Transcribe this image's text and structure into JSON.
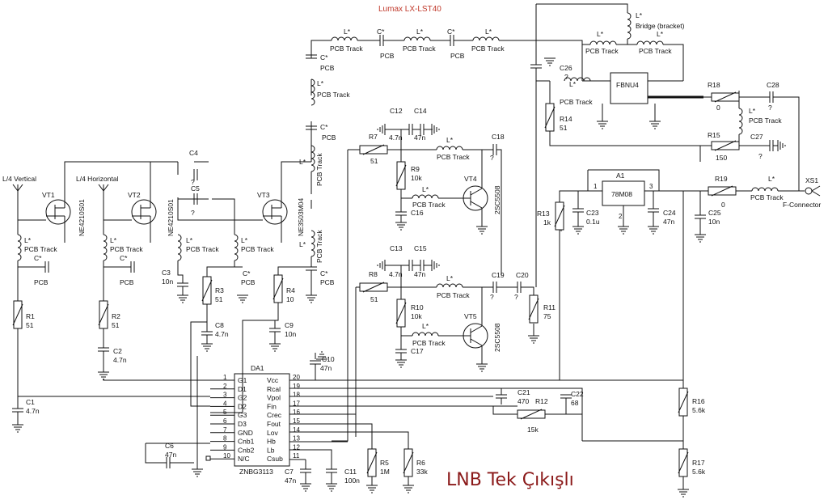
{
  "header": {
    "title": "Lumax LX-LST40"
  },
  "caption": "LNB Tek Çıkışlı",
  "labels": {
    "l4_vertical": "L/4 Vertical",
    "l4_horizontal": "L/4 Horizontal",
    "vt1": "VT1",
    "vt2": "VT2",
    "vt3": "VT3",
    "vt4": "VT4",
    "vt5": "VT5",
    "ne4210s01_a": "NE4210S01",
    "ne4210s01_b": "NE4210S01",
    "ne3503m04": "NE3503M04",
    "sc5508_a": "2SC5508",
    "sc5508_b": "2SC5508",
    "lstar": "L*",
    "pcb_track": "PCB Track",
    "cstar": "C*",
    "pcb": "PCB",
    "q": "?",
    "bridge": "Bridge (bracket)",
    "fbnu4": "FBNU4",
    "a1": "A1",
    "reg": "78M08",
    "xs1": "XS1",
    "fconn": "F-Connector",
    "da1": "DA1",
    "ic": "ZNBG3113",
    "r1": "R1",
    "r1v": "51",
    "r2": "R2",
    "r2v": "51",
    "r3": "R3",
    "r3v": "51",
    "r4": "R4",
    "r4v": "10",
    "r5": "R5",
    "r5v": "1M",
    "r6": "R6",
    "r6v": "33k",
    "r7": "R7",
    "r7v": "51",
    "r8": "R8",
    "r8v": "51",
    "r9": "R9",
    "r9v": "10k",
    "r10": "R10",
    "r10v": "10k",
    "r11": "R11",
    "r11v": "75",
    "r12": "R12",
    "r12v": "15k",
    "r13": "R13",
    "r13v": "1k",
    "r14": "R14",
    "r14v": "51",
    "r15": "R15",
    "r15v": "150",
    "r16": "R16",
    "r16v": "5.6k",
    "r17": "R17",
    "r17v": "5.6k",
    "r18": "R18",
    "r18v": "0",
    "r19": "R19",
    "r19v": "0",
    "c1": "C1",
    "c1v": "4.7n",
    "c2": "C2",
    "c2v": "4.7n",
    "c3": "C3",
    "c3v": "10n",
    "c4": "C4",
    "c5": "C5",
    "c6": "C6",
    "c6v": "47n",
    "c7": "C7",
    "c7v": "47n",
    "c8": "C8",
    "c8v": "4.7n",
    "c9": "C9",
    "c9v": "10n",
    "c10": "C10",
    "c10v": "47n",
    "c11": "C11",
    "c11v": "100n",
    "c12": "C12",
    "c12v": "4.7n",
    "c13": "C13",
    "c13v": "4.7n",
    "c14": "C14",
    "c14v": "47n",
    "c15": "C15",
    "c15v": "47n",
    "c16": "C16",
    "c17": "C17",
    "c18": "C18",
    "c19": "C19",
    "c20": "C20",
    "c21": "C21",
    "c21v": "470",
    "c22": "C22",
    "c22v": "68",
    "c23": "C23",
    "c23v": "0.1u",
    "c24": "C24",
    "c24v": "47n",
    "c25": "C25",
    "c25v": "10n",
    "c26": "C26",
    "c27": "C27",
    "c28": "C28",
    "pin1": "1",
    "pin2": "2",
    "pin3": "3"
  },
  "ic_pins_left": [
    {
      "num": "1",
      "name": "G1"
    },
    {
      "num": "2",
      "name": "D1"
    },
    {
      "num": "3",
      "name": "G2"
    },
    {
      "num": "4",
      "name": "D2"
    },
    {
      "num": "5",
      "name": "G3"
    },
    {
      "num": "6",
      "name": "D3"
    },
    {
      "num": "7",
      "name": "GND"
    },
    {
      "num": "8",
      "name": "Cnb1"
    },
    {
      "num": "9",
      "name": "Cnb2"
    },
    {
      "num": "10",
      "name": "N/C"
    }
  ],
  "ic_pins_right": [
    {
      "num": "20",
      "name": "Vcc"
    },
    {
      "num": "19",
      "name": "Rcal"
    },
    {
      "num": "18",
      "name": "Vpol"
    },
    {
      "num": "17",
      "name": "Fin"
    },
    {
      "num": "16",
      "name": "Crec"
    },
    {
      "num": "15",
      "name": "Fout"
    },
    {
      "num": "14",
      "name": "Lov"
    },
    {
      "num": "13",
      "name": "Hb"
    },
    {
      "num": "12",
      "name": "Lb"
    },
    {
      "num": "11",
      "name": "Csub"
    }
  ]
}
